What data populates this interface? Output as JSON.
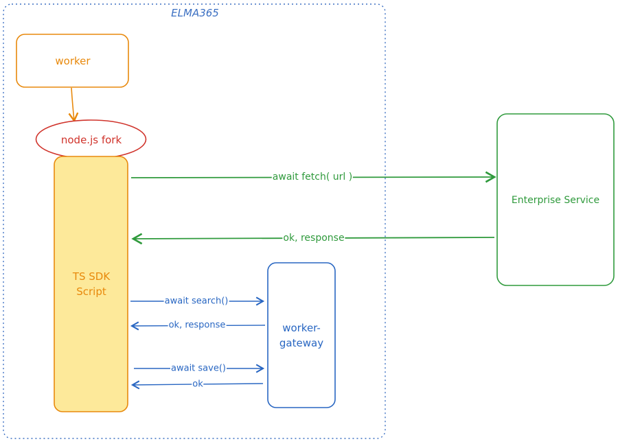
{
  "diagram": {
    "container": {
      "title": "ELMA365"
    },
    "nodes": {
      "worker": "worker",
      "fork": "node.js fork",
      "script_line1": "TS SDK",
      "script_line2": "Script",
      "gateway_line1": "worker-",
      "gateway_line2": "gateway",
      "enterprise": "Enterprise Service"
    },
    "edges": {
      "fetch": "await fetch( url )",
      "fetch_response": "ok, response",
      "search": "await search()",
      "search_response": "ok, response",
      "save": "await save()",
      "save_response": "ok"
    }
  },
  "colors": {
    "container": "#3b6fc2",
    "worker": "#e8890c",
    "fork": "#d0332b",
    "script_fill": "#fde99a",
    "script_stroke": "#e8890c",
    "enterprise": "#2f9a3c",
    "gateway": "#2866c2"
  }
}
